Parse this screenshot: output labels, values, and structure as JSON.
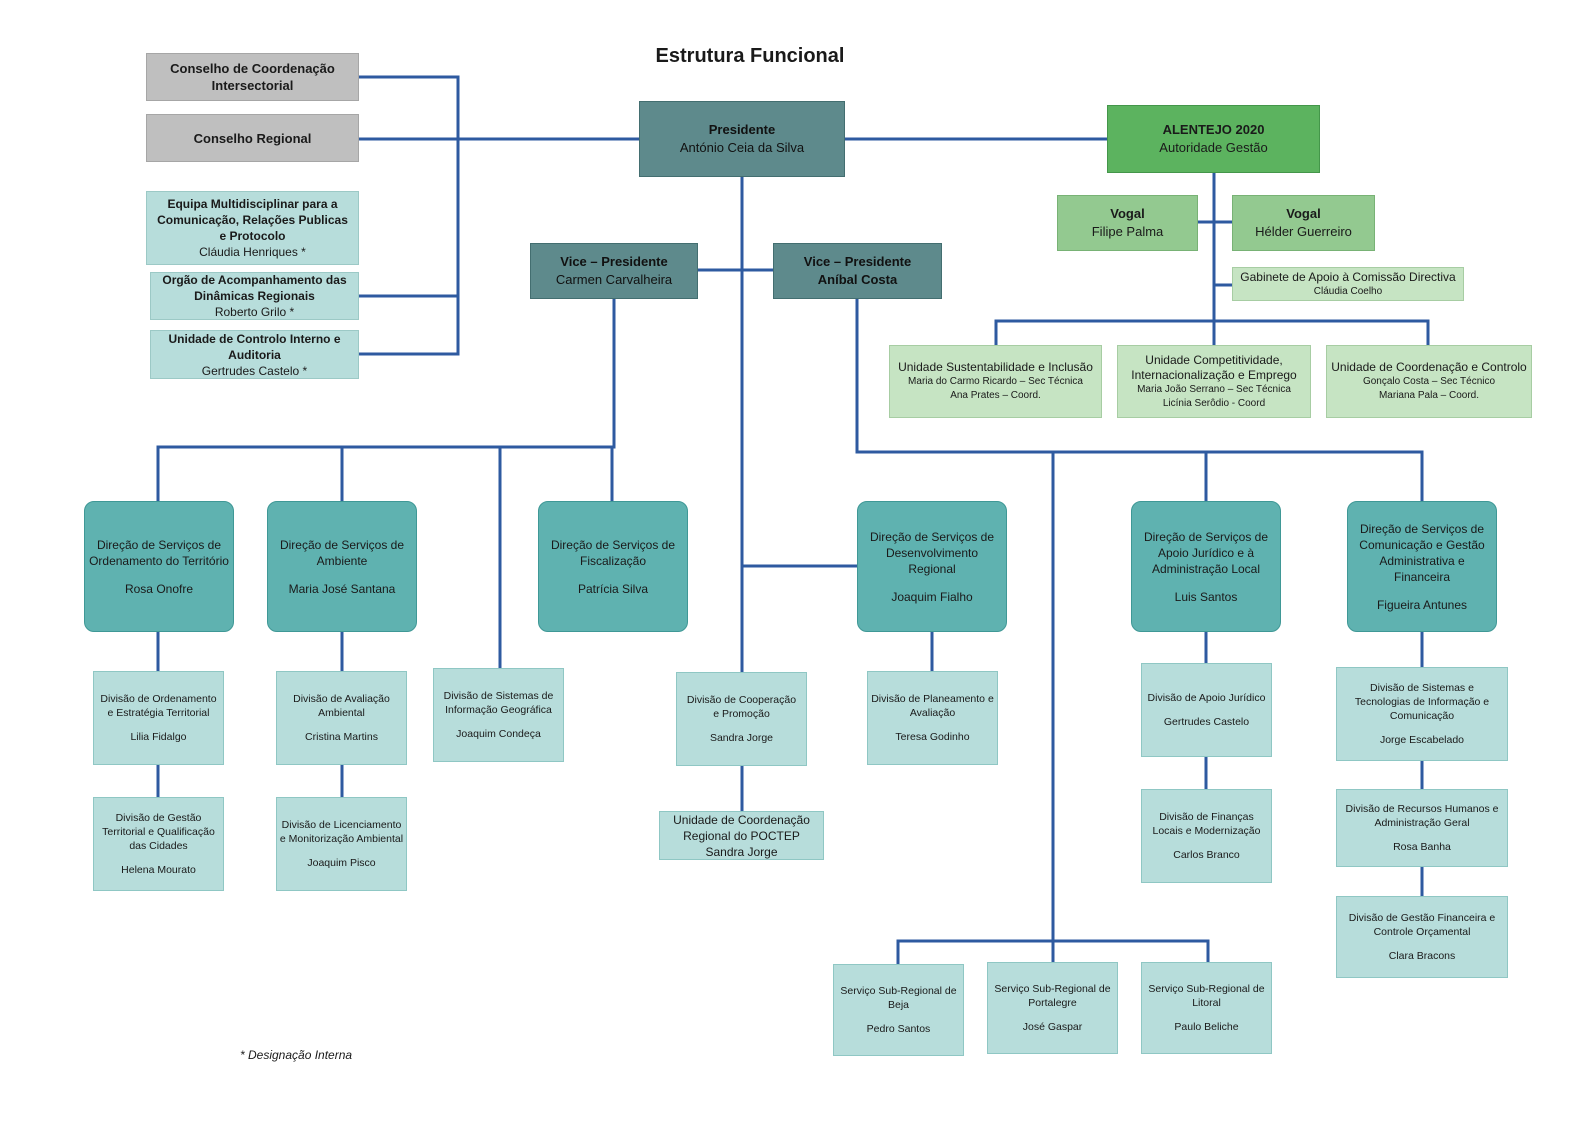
{
  "title": "Estrutura Funcional",
  "colors": {
    "connector": "#2e5aa0",
    "executive": "#5e8a8c",
    "authority": "#5cb35f",
    "direction": "#5fb2b0",
    "division": "#b7dddb",
    "council": "#bfbfbf"
  },
  "councils": {
    "coordination": "Conselho de Coordenação Intersectorial",
    "regional": "Conselho Regional"
  },
  "staff": {
    "team": {
      "name": "Equipa Multidisciplinar para a Comunicação, Relações Publicas e Protocolo",
      "person": "Cláudia Henriques *"
    },
    "observatory": {
      "name": "Orgão de Acompanhamento das Dinâmicas Regionais",
      "person": "Roberto Grilo *"
    },
    "control": {
      "name": "Unidade de Controlo Interno e Auditoria",
      "person": "Gertrudes Castelo *"
    }
  },
  "president": {
    "role": "Presidente",
    "name": "António Ceia da Silva"
  },
  "vice1": {
    "role": "Vice – Presidente",
    "name": "Carmen Carvalheira"
  },
  "vice2": {
    "role": "Vice – Presidente",
    "name": "Aníbal Costa"
  },
  "alentejo": {
    "name": "ALENTEJO 2020",
    "sub": "Autoridade Gestão"
  },
  "vogal1": {
    "role": "Vogal",
    "name": "Filipe Palma"
  },
  "vogal2": {
    "role": "Vogal",
    "name": "Hélder Guerreiro"
  },
  "gabinete": {
    "name": "Gabinete de Apoio à Comissão Directiva",
    "person": "Cláudia Coelho"
  },
  "units": {
    "sustent": {
      "name": "Unidade Sustentabilidade e Inclusão",
      "line1": "Maria do Carmo Ricardo – Sec Técnica",
      "line2": "Ana Prates – Coord."
    },
    "compet": {
      "name1": "Unidade Competitividade,",
      "name2": "Internacionalização e Emprego",
      "line1": "Maria João Serrano  – Sec Técnica",
      "line2": "Licínia Serôdio - Coord"
    },
    "coord": {
      "name": "Unidade de Coordenação e Controlo",
      "line1": "Gonçalo Costa  – Sec Técnico",
      "line2": "Mariana Pala – Coord."
    }
  },
  "directions": {
    "ordenamento": {
      "name": "Direção de Serviços de Ordenamento do Território",
      "person": "Rosa Onofre"
    },
    "ambiente": {
      "name": "Direção de Serviços de Ambiente",
      "person": "Maria José Santana"
    },
    "fiscalizacao": {
      "name": "Direção de Serviços de Fiscalização",
      "person": "Patrícia Silva"
    },
    "desenvolvimento": {
      "name": "Direção de Serviços de Desenvolvimento Regional",
      "person": "Joaquim Fialho"
    },
    "juridico": {
      "name": "Direção de Serviços de Apoio Jurídico e à Administração Local",
      "person": "Luis Santos"
    },
    "comunicacao": {
      "name": "Direção de Serviços de Comunicação e Gestão Administrativa e Financeira",
      "person": "Figueira Antunes"
    }
  },
  "divisions": {
    "ordTerr": {
      "name": "Divisão de Ordenamento e Estratégia Territorial",
      "person": "Lilia Fidalgo"
    },
    "gestTerr": {
      "name": "Divisão de Gestão Territorial e Qualificação das Cidades",
      "person": "Helena Mourato"
    },
    "avalAmb": {
      "name": "Divisão de Avaliação Ambiental",
      "person": "Cristina Martins"
    },
    "licenc": {
      "name": "Divisão de Licenciamento e Monitorização Ambiental",
      "person": "Joaquim Pisco"
    },
    "sig": {
      "name": "Divisão de Sistemas de Informação Geográfica",
      "person": "Joaquim Condeça"
    },
    "coop": {
      "name": "Divisão de Cooperação e Promoção",
      "person": "Sandra Jorge"
    },
    "poctep": {
      "name": "Unidade de Coordenação Regional do POCTEP",
      "person": "Sandra Jorge"
    },
    "planeam": {
      "name": "Divisão de Planeamento e Avaliação",
      "person": "Teresa Godinho"
    },
    "apoioJur": {
      "name": "Divisão de Apoio Jurídico",
      "person": "Gertrudes Castelo"
    },
    "financas": {
      "name": "Divisão de Finanças Locais e Modernização",
      "person": "Carlos Branco"
    },
    "sistemas": {
      "name": "Divisão de Sistemas e Tecnologias de Informação e Comunicação",
      "person": "Jorge Escabelado"
    },
    "rh": {
      "name": "Divisão de  Recursos Humanos e Administração Geral",
      "person": "Rosa Banha"
    },
    "gestFin": {
      "name": "Divisão de Gestão Financeira e Controle Orçamental",
      "person": "Clara Bracons"
    },
    "beja": {
      "name": "Serviço Sub-Regional de Beja",
      "person": "Pedro Santos"
    },
    "portalegre": {
      "name": "Serviço Sub-Regional de Portalegre",
      "person": "José Gaspar"
    },
    "litoral": {
      "name": "Serviço Sub-Regional de Litoral",
      "person": "Paulo Beliche"
    }
  },
  "footnote": "* Designação Interna"
}
